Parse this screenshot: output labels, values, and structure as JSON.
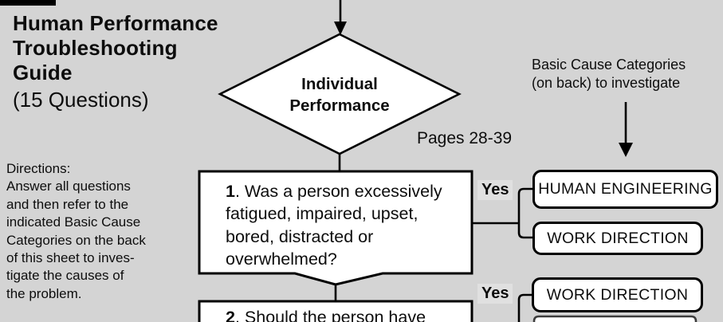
{
  "page": {
    "background_color": "#d4d4d4",
    "line_color": "#000000",
    "box_fill_color": "#ffffff"
  },
  "header": {
    "title": "Human Performance\nTroubleshooting\nGuide",
    "subtitle": "(15 Questions)"
  },
  "directions": {
    "text": "Directions:\nAnswer all questions\nand then refer to the\nindicated Basic Cause\nCategories on the back\nof this sheet to inves-\ntigate the causes of\nthe problem."
  },
  "flowchart": {
    "decision": {
      "label": "Individual\nPerformance"
    },
    "pages_note": "Pages 28-39",
    "investigate_note": "Basic Cause Categories\n(on back) to investigate",
    "questions": [
      {
        "number": "1",
        "text": ". Was a person excessively fatigued, impaired, upset, bored, distracted or overwhelmed?",
        "yes_label": "Yes",
        "categories": [
          "HUMAN ENGINEERING",
          "WORK DIRECTION"
        ]
      },
      {
        "number": "2",
        "text": ". Should the person have",
        "yes_label": "Yes",
        "categories": [
          "WORK DIRECTION"
        ]
      }
    ]
  }
}
